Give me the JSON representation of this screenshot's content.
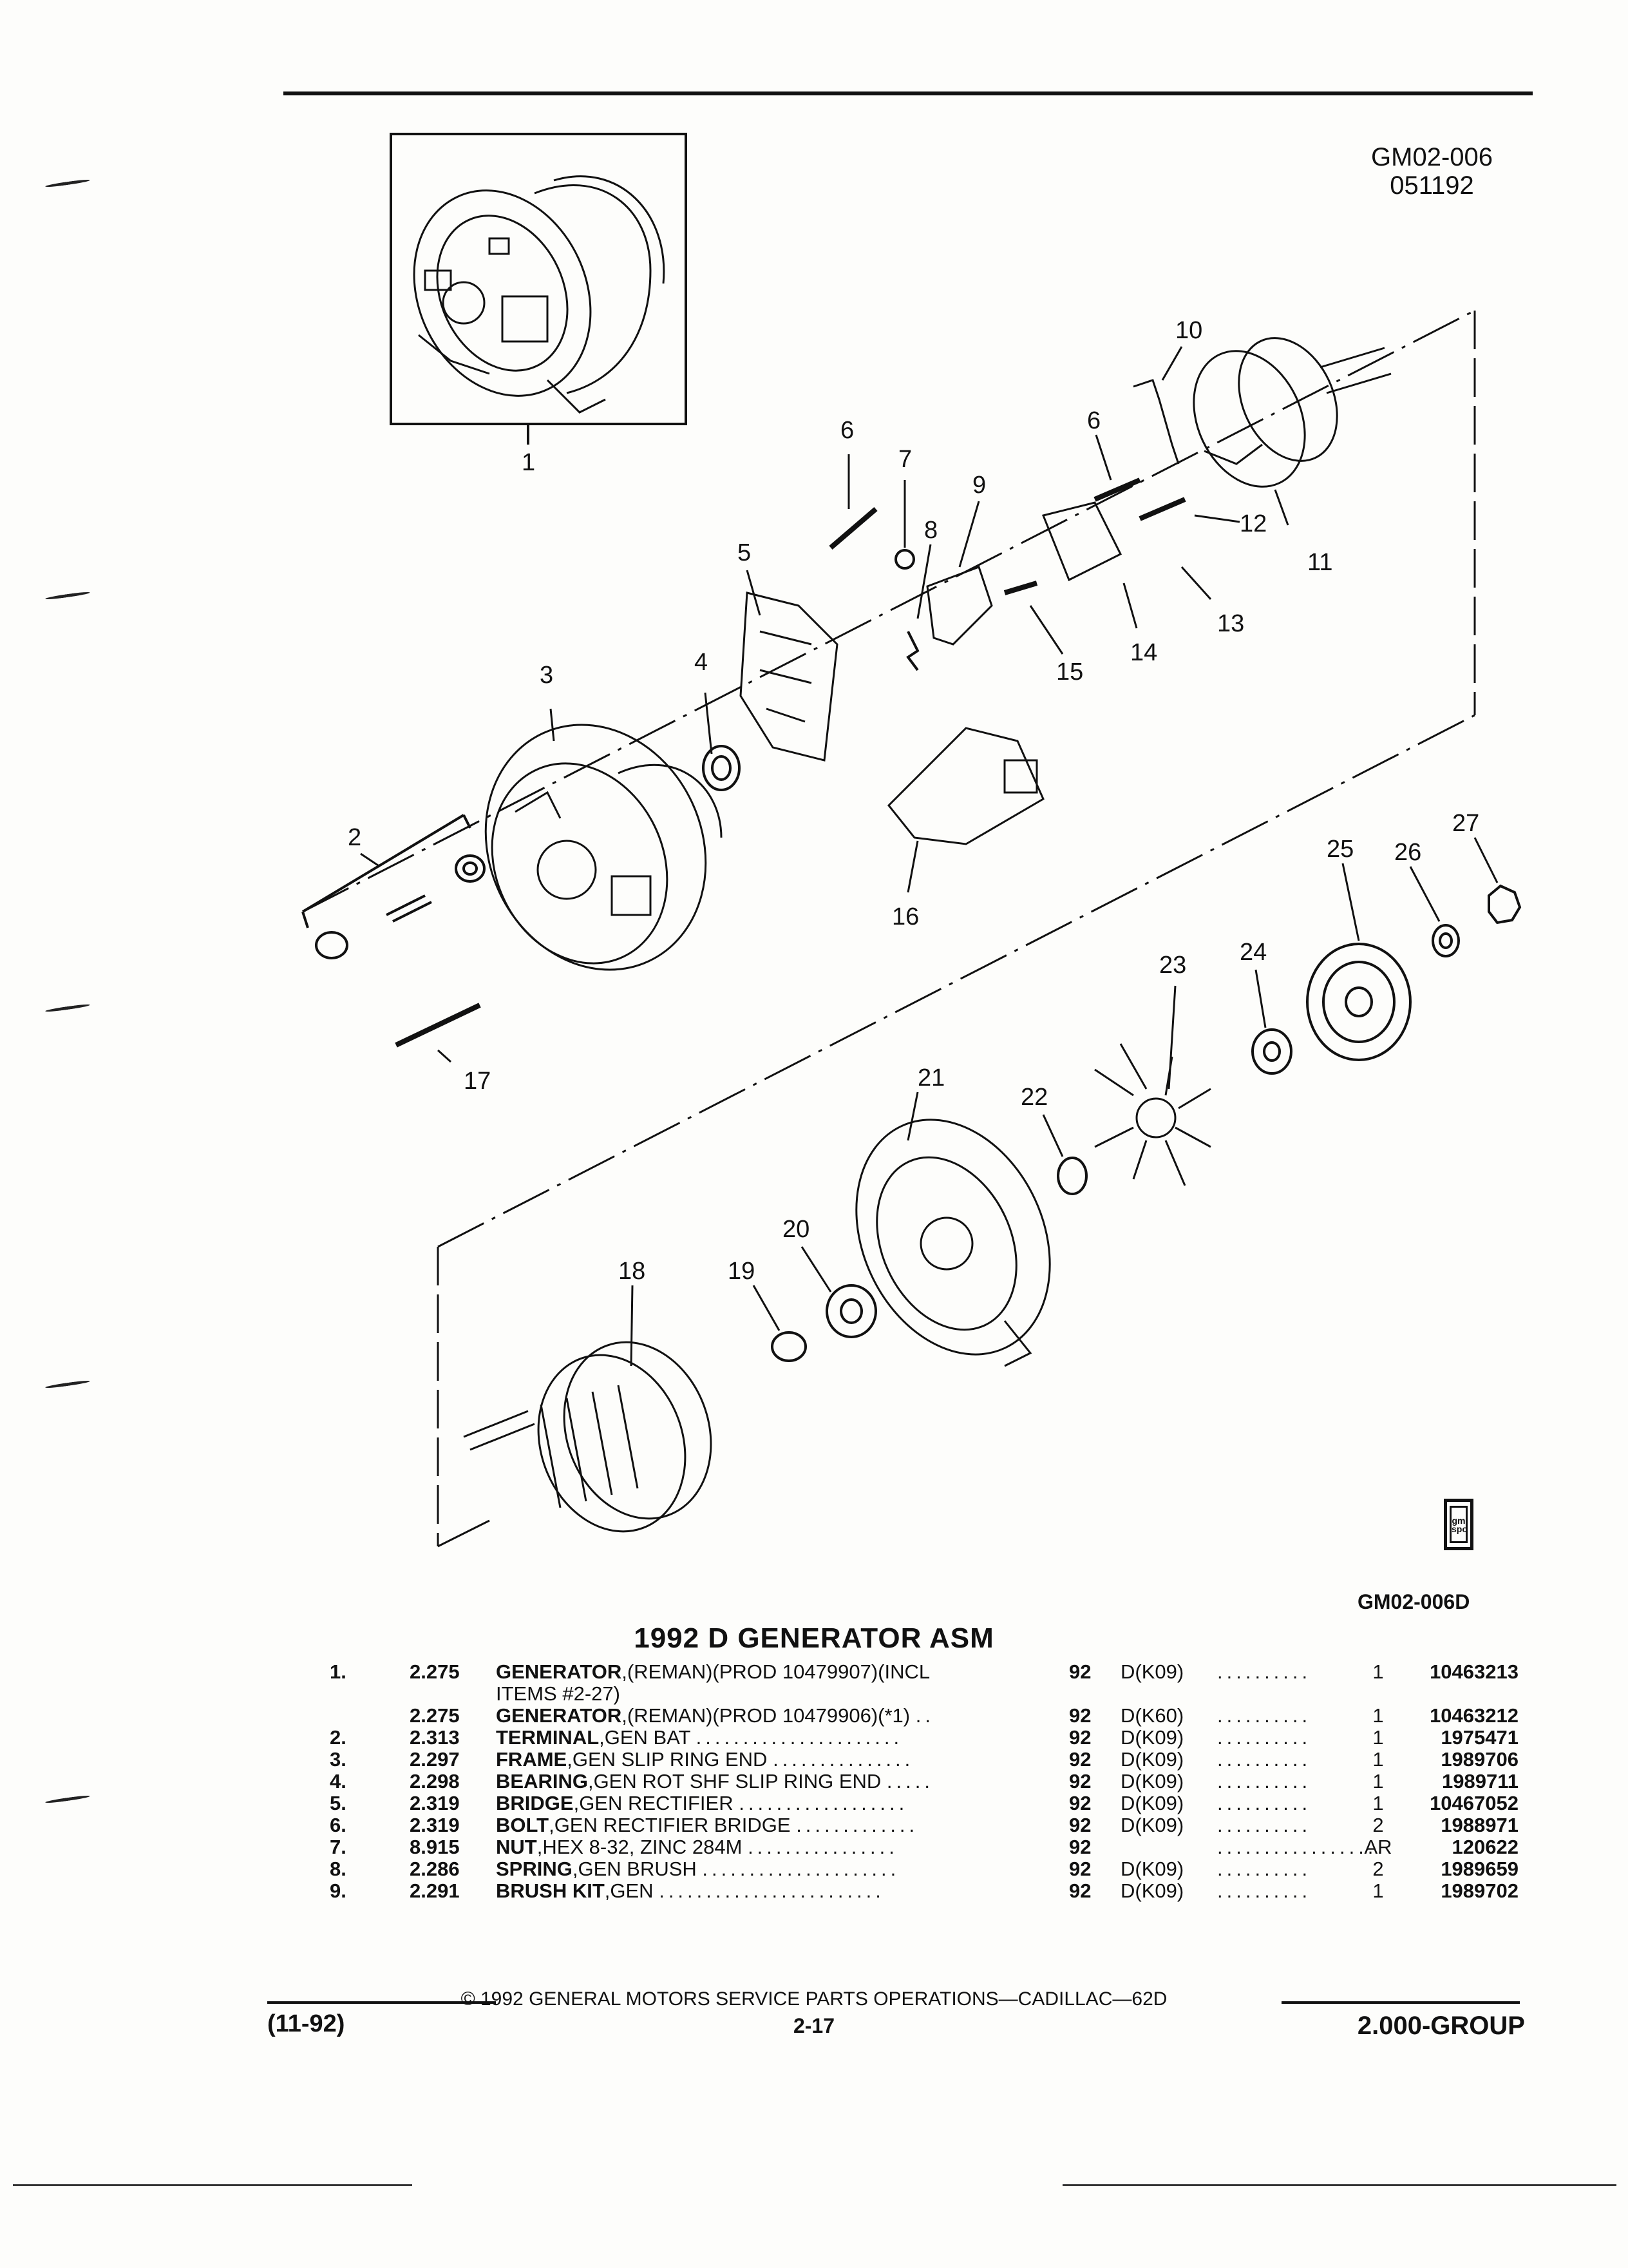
{
  "header": {
    "figure_code": "GM02-006",
    "figure_date": "051192"
  },
  "diagram": {
    "callouts": [
      "1",
      "2",
      "3",
      "4",
      "5",
      "6",
      "7",
      "8",
      "9",
      "10",
      "6",
      "12",
      "11",
      "13",
      "14",
      "15",
      "16",
      "17",
      "18",
      "19",
      "20",
      "21",
      "22",
      "23",
      "24",
      "25",
      "26",
      "27"
    ],
    "figure_id": "GM02-006D",
    "logo_text": "gm spo"
  },
  "title": "1992 D GENERATOR ASM",
  "parts": [
    {
      "item": "1.",
      "fig": "2.275",
      "name": "GENERATOR",
      "desc": ",(REMAN)(PROD 10479907)(INCL",
      "desc2": "ITEMS #2-27)",
      "dots": "",
      "year": "92",
      "app": "D(K09)",
      "adots": "..........",
      "qty": "1",
      "pn": "10463213"
    },
    {
      "item": "",
      "fig": "2.275",
      "name": "GENERATOR",
      "desc": ",(REMAN)(PROD 10479906)(*1)",
      "desc2": "",
      "dots": "..",
      "year": "92",
      "app": "D(K60)",
      "adots": "..........",
      "qty": "1",
      "pn": "10463212"
    },
    {
      "item": "2.",
      "fig": "2.313",
      "name": "TERMINAL",
      "desc": ",GEN BAT",
      "desc2": "",
      "dots": "......................",
      "year": "92",
      "app": "D(K09)",
      "adots": "..........",
      "qty": "1",
      "pn": "1975471"
    },
    {
      "item": "3.",
      "fig": "2.297",
      "name": "FRAME",
      "desc": ",GEN SLIP RING END",
      "desc2": "",
      "dots": "...............",
      "year": "92",
      "app": "D(K09)",
      "adots": "..........",
      "qty": "1",
      "pn": "1989706"
    },
    {
      "item": "4.",
      "fig": "2.298",
      "name": "BEARING",
      "desc": ",GEN ROT SHF SLIP RING END",
      "desc2": "",
      "dots": ".....",
      "year": "92",
      "app": "D(K09)",
      "adots": "..........",
      "qty": "1",
      "pn": "1989711"
    },
    {
      "item": "5.",
      "fig": "2.319",
      "name": "BRIDGE",
      "desc": ",GEN RECTIFIER",
      "desc2": "",
      "dots": "..................",
      "year": "92",
      "app": "D(K09)",
      "adots": "..........",
      "qty": "1",
      "pn": "10467052"
    },
    {
      "item": "6.",
      "fig": "2.319",
      "name": "BOLT",
      "desc": ",GEN RECTIFIER BRIDGE",
      "desc2": "",
      "dots": ".............",
      "year": "92",
      "app": "D(K09)",
      "adots": "..........",
      "qty": "2",
      "pn": "1988971"
    },
    {
      "item": "7.",
      "fig": "8.915",
      "name": "NUT",
      "desc": ",HEX 8-32, ZINC 284M",
      "desc2": "",
      "dots": "................",
      "year": "92",
      "app": "",
      "adots": "..................",
      "qty": "AR",
      "pn": "120622"
    },
    {
      "item": "8.",
      "fig": "2.286",
      "name": "SPRING",
      "desc": ",GEN BRUSH",
      "desc2": "",
      "dots": ".....................",
      "year": "92",
      "app": "D(K09)",
      "adots": "..........",
      "qty": "2",
      "pn": "1989659"
    },
    {
      "item": "9.",
      "fig": "2.291",
      "name": "BRUSH KIT",
      "desc": ",GEN",
      "desc2": "",
      "dots": "........................",
      "year": "92",
      "app": "D(K09)",
      "adots": "..........",
      "qty": "1",
      "pn": "1989702"
    }
  ],
  "footer": {
    "copyright": "© 1992 GENERAL MOTORS SERVICE PARTS OPERATIONS—CADILLAC—62D",
    "date": "(11-92)",
    "page": "2-17",
    "group": "2.000-GROUP"
  }
}
